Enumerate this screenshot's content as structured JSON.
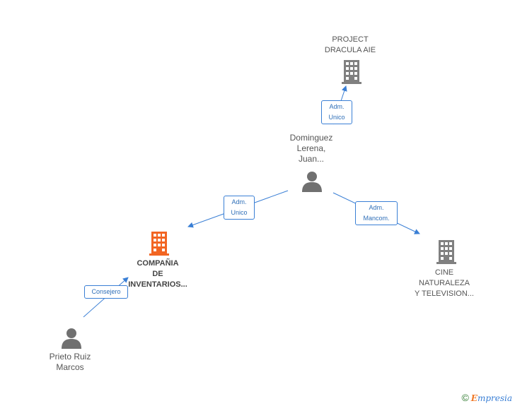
{
  "nodes": {
    "project_dracula": {
      "label": "PROJECT\nDRACULA AIE",
      "icon": "building-icon",
      "color": "#808080"
    },
    "dominguez": {
      "label": "Dominguez\nLerena,\nJuan...",
      "icon": "person-icon",
      "color": "#707070"
    },
    "compania": {
      "label": "COMPAÑIA\nDE\nINVENTARIOS...",
      "icon": "building-icon",
      "color": "#f26522"
    },
    "cine": {
      "label": "CINE\nNATURALEZA\nY TELEVISION...",
      "icon": "building-icon",
      "color": "#808080"
    },
    "prieto": {
      "label": "Prieto Ruiz\nMarcos",
      "icon": "person-icon",
      "color": "#707070"
    }
  },
  "edges": {
    "dominguez_to_dracula": "Adm.\nUnico",
    "dominguez_to_compania": "Adm.\nUnico",
    "dominguez_to_cine": "Adm.\nMancom.",
    "prieto_to_compania": "Consejero"
  },
  "colors": {
    "edge": "#3a7fd5"
  },
  "footer": {
    "copyright": "©",
    "brand_first": "E",
    "brand_rest": "mpresia"
  }
}
